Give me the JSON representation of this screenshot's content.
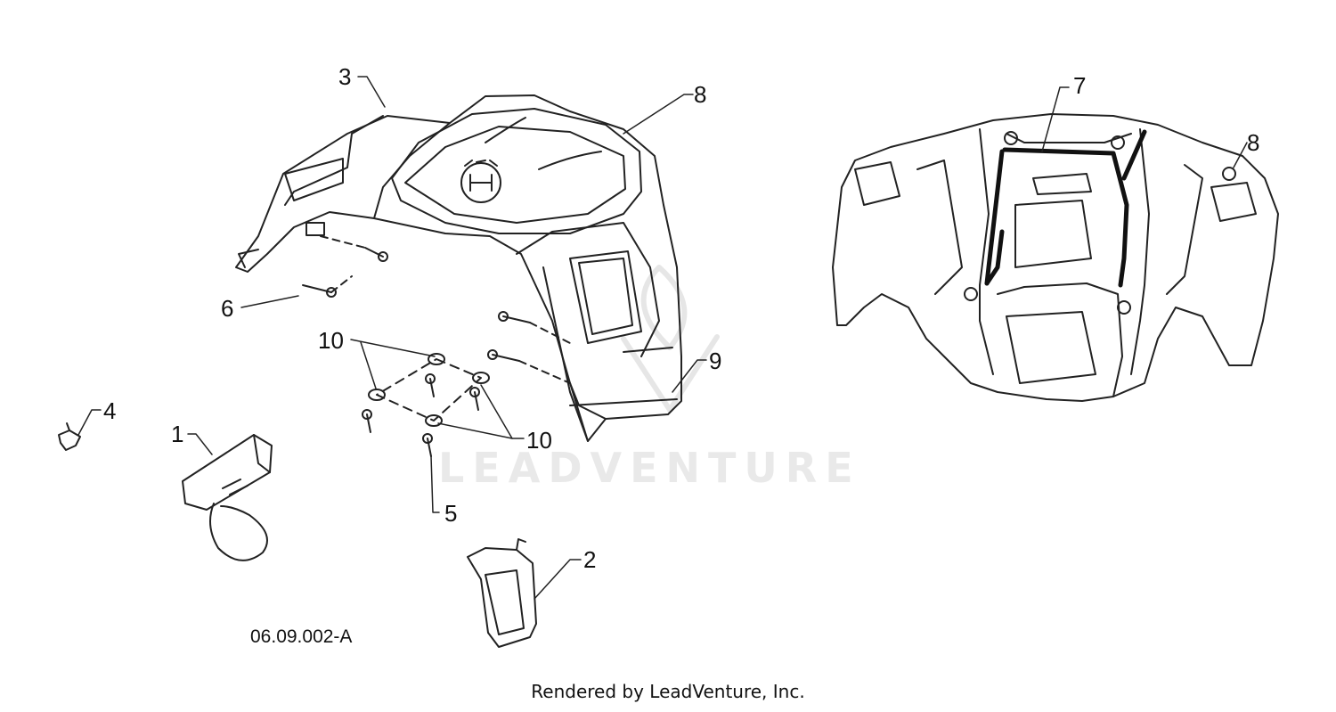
{
  "diagram": {
    "drawing_number": "06.09.002-A",
    "footer_text": "Rendered by LeadVenture, Inc.",
    "watermark_text": "LEADVENTURE",
    "callouts": {
      "c1": "1",
      "c2": "2",
      "c3": "3",
      "c4": "4",
      "c5": "5",
      "c6": "6",
      "c7": "7",
      "c8a": "8",
      "c8b": "8",
      "c9": "9",
      "c10a": "10",
      "c10b": "10"
    }
  }
}
